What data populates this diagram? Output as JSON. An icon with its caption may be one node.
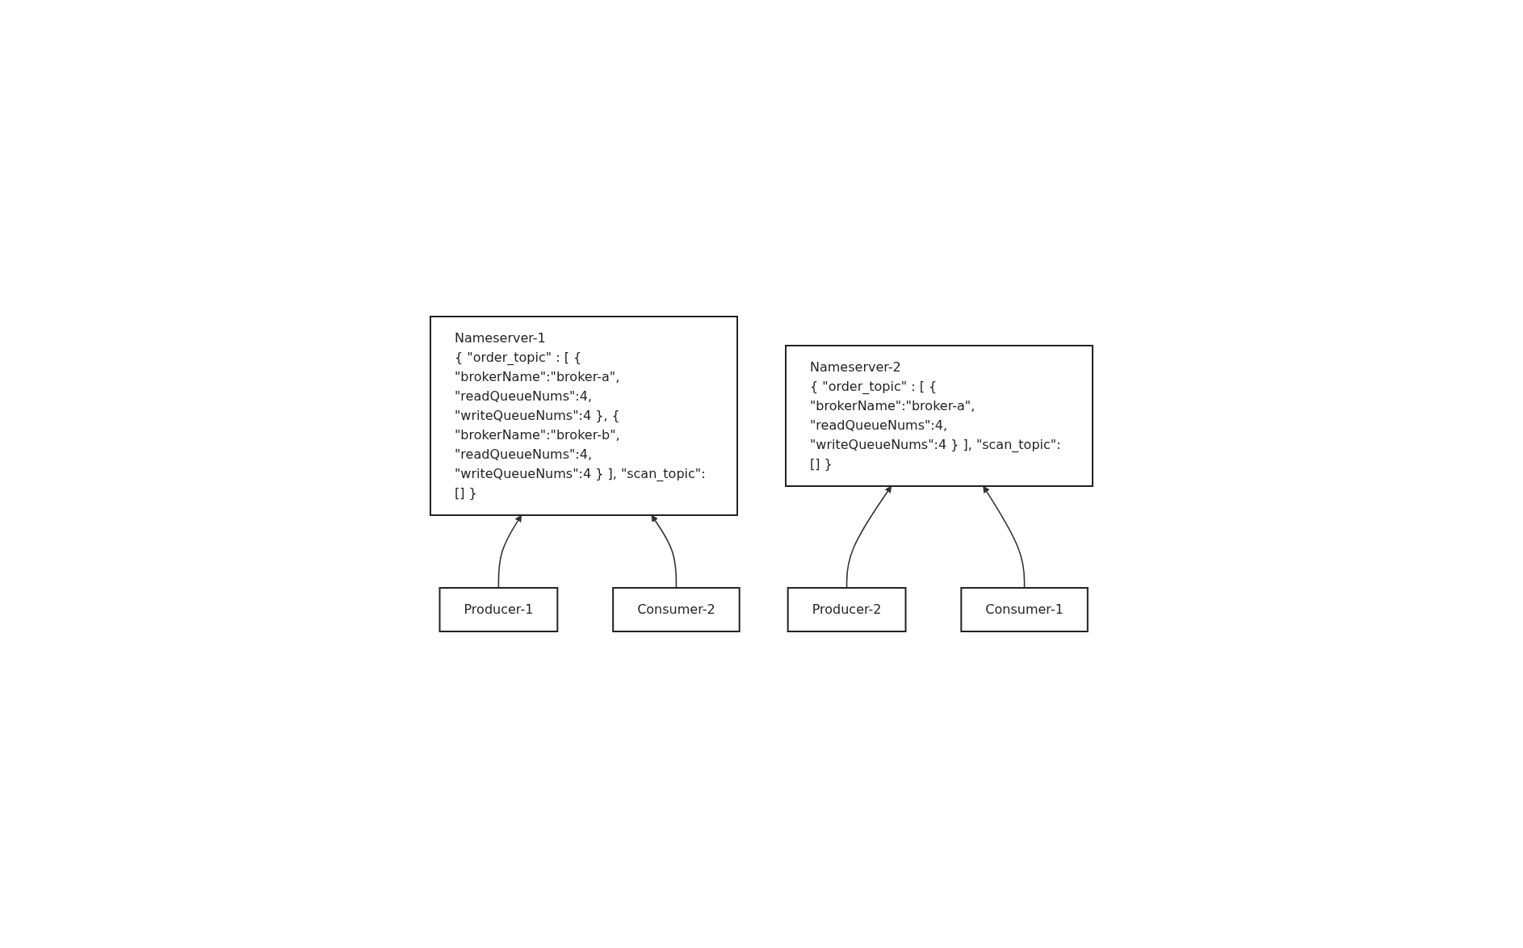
{
  "diagram": {
    "nodes": [
      {
        "text": [
          "Nameserver-1",
          "{ \"order_topic\" : [ { \"brokerName\":\"broker-a\", \"readQueueNums\":4, \"writeQueueNums\":4 }, { \"brokerName\":\"broker-b\", \"readQueueNums\":4, \"writeQueueNums\":4 } ], \"scan_topic\":[] }"
        ]
      },
      {
        "text": [
          "Nameserver-2",
          "{ \"order_topic\" : [ { \"brokerName\":\"broker-a\", \"readQueueNums\":4, \"writeQueueNums\":4 } ], \"scan_topic\":[] }"
        ]
      },
      {
        "text": [
          "Producer-1"
        ]
      },
      {
        "text": [
          "Consumer-1"
        ]
      },
      {
        "text": [
          "Producer-2"
        ]
      },
      {
        "text": [
          "Consumer-2"
        ]
      }
    ],
    "edges": [
      {
        "from": 2,
        "to": 0,
        "arrow": "to"
      },
      {
        "from": 5,
        "to": 0,
        "arrow": "to"
      },
      {
        "from": 4,
        "to": 1,
        "arrow": "to"
      },
      {
        "from": 3,
        "to": 1,
        "arrow": "to"
      }
    ]
  }
}
